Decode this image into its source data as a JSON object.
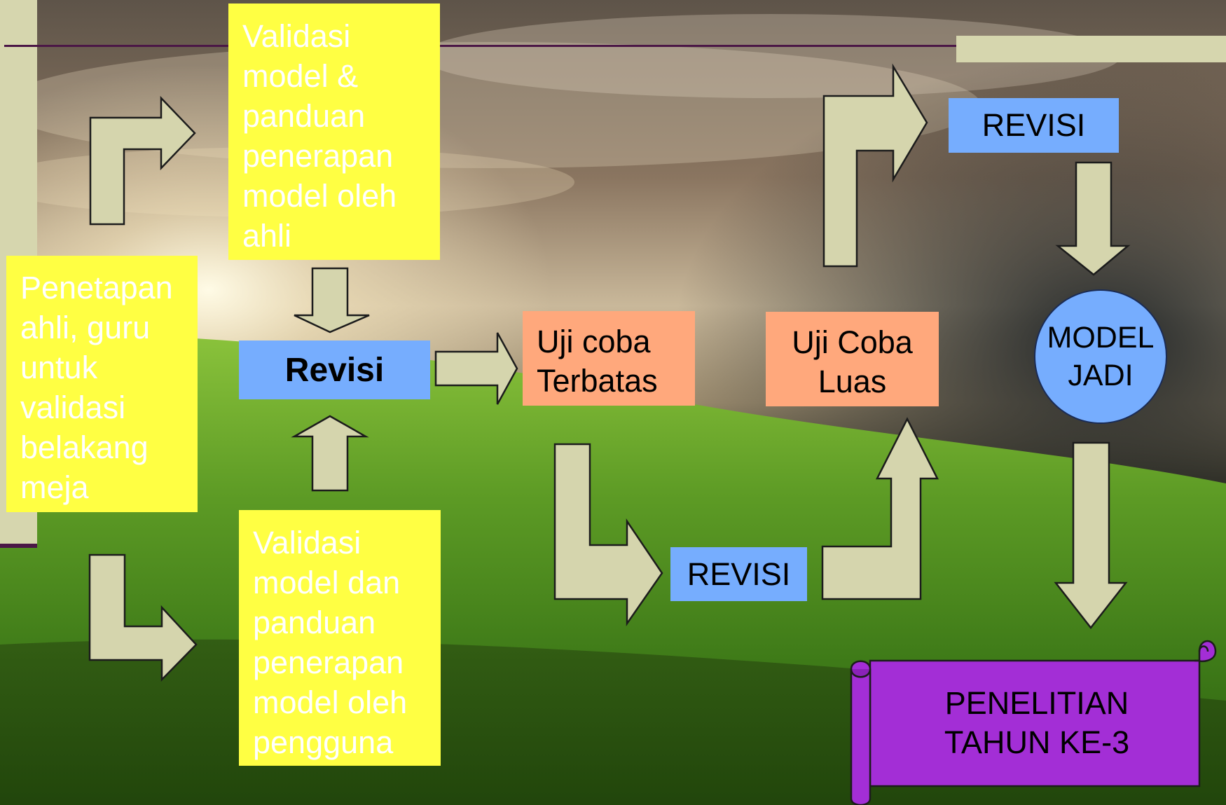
{
  "diagram": {
    "yellow_top": [
      "Validasi",
      "model &",
      "panduan",
      "penerapan",
      "model oleh",
      "ahli"
    ],
    "yellow_left": [
      "Penetapan",
      "ahli, guru",
      "untuk",
      "validasi",
      "belakang",
      "meja"
    ],
    "yellow_bottom": [
      "Validasi",
      "model dan",
      "panduan",
      "penerapan",
      "model oleh",
      "pengguna"
    ],
    "revisi_center": "Revisi",
    "uji_terbatas": [
      "Uji coba",
      "Terbatas"
    ],
    "uji_luas": [
      "Uji Coba",
      "Luas"
    ],
    "revisi_upper": "REVISI",
    "revisi_lower": "REVISI",
    "model_jadi": [
      "MODEL",
      "JADI"
    ],
    "penelitian": [
      "PENELITIAN",
      "TAHUN KE-3"
    ]
  },
  "colors": {
    "yellow_box": "#ffff43",
    "blue_box": "#76adfe",
    "orange_box": "#ffa87c",
    "arrow_fill": "#d5d5ad",
    "scroll_fill": "#a32ed6",
    "accent_line": "#4b1746"
  }
}
